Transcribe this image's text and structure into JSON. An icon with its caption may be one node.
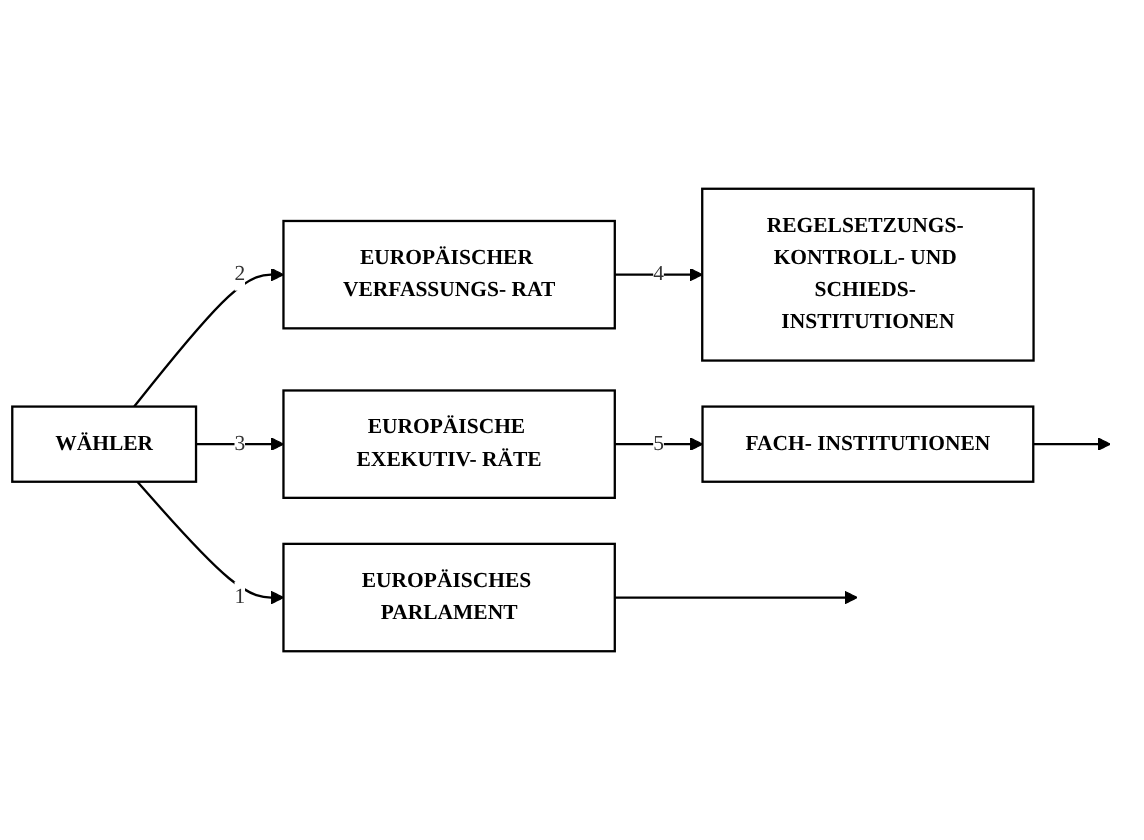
{
  "diagram": {
    "nodes": [
      {
        "text": [
          "EUROPÄISCHER VERFASSUNGS- RAT"
        ]
      },
      {
        "text": [
          "REGELSETZUNGS- KONTROLL- UND SCHIEDS- INSTITUTIONEN"
        ]
      },
      {
        "text": [
          "WÄHLER"
        ]
      },
      {
        "text": [
          "EUROPÄISCHES PARLAMENT"
        ]
      },
      {
        "text": [
          "EUROPÄISCHE EXEKUTIV- RÄTE"
        ]
      },
      {
        "text": [
          "FACH- INSTITUTIONEN"
        ]
      }
    ],
    "edges": [
      {
        "from": 2,
        "to": 3,
        "arrow": "to",
        "label": "1"
      },
      {
        "from": 2,
        "to": 0,
        "arrow": "to",
        "label": "2"
      },
      {
        "from": 2,
        "to": 4,
        "arrow": "to",
        "label": "3"
      },
      {
        "from": 0,
        "to": 1,
        "arrow": "to",
        "label": "4"
      },
      {
        "from": 4,
        "to": 5,
        "arrow": "to",
        "label": "5"
      },
      {
        "from": 3,
        "to": null,
        "arrow": "to"
      },
      {
        "from": 5,
        "to": null,
        "arrow": "to"
      }
    ]
  }
}
